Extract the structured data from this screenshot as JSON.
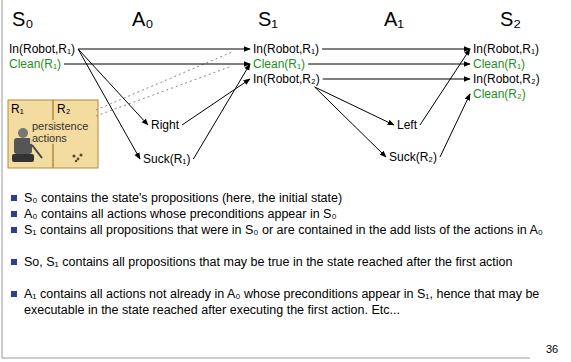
{
  "diagram": {
    "nodes": [
      {
        "text": [
          "In(Robot,R₁)"
        ]
      },
      {
        "text": [
          "Clean(R₁)"
        ]
      },
      {
        "text": [
          "Right"
        ]
      },
      {
        "text": [
          "Suck(R₁)"
        ]
      },
      {
        "text": [
          "In(Robot,R₁)"
        ]
      },
      {
        "text": [
          "Clean(R₁)"
        ]
      },
      {
        "text": [
          "In(Robot,R₂)"
        ]
      },
      {
        "text": [
          "Left"
        ]
      },
      {
        "text": [
          "Suck(R₂)"
        ]
      },
      {
        "text": [
          "In(Robot,R₁)"
        ]
      },
      {
        "text": [
          "Clean(R₁)"
        ]
      },
      {
        "text": [
          "In(Robot,R₂)"
        ]
      },
      {
        "text": [
          "Clean(R₂)"
        ]
      }
    ],
    "edges": [
      {
        "from": 0,
        "to": 4,
        "arrow": "to"
      },
      {
        "from": 1,
        "to": 5,
        "arrow": "to"
      },
      {
        "from": 0,
        "to": 2,
        "arrow": "to"
      },
      {
        "from": 0,
        "to": 3,
        "arrow": "to"
      },
      {
        "from": 2,
        "to": 6,
        "arrow": "to"
      },
      {
        "from": 3,
        "to": 5,
        "arrow": "to"
      },
      {
        "from": 4,
        "to": 9,
        "arrow": "to"
      },
      {
        "from": 5,
        "to": 10,
        "arrow": "to"
      },
      {
        "from": 6,
        "to": 11,
        "arrow": "to"
      },
      {
        "from": 6,
        "to": 7,
        "arrow": "to"
      },
      {
        "from": 6,
        "to": 8,
        "arrow": "to"
      },
      {
        "from": 7,
        "to": 9,
        "arrow": "to"
      },
      {
        "from": 8,
        "to": 12,
        "arrow": "to"
      }
    ],
    "labels": [
      "S₀",
      "A₀",
      "S₁",
      "A₁",
      "S₂",
      "R₁",
      "R₂",
      "persistence actions",
      "S₀ contains the state's propositions (here, the initial state)",
      "A₀ contains all actions whose preconditions appear in S₀",
      "S₁ contains all propositions that were in S₀ or are contained in the add lists of the actions in A₀",
      "So, S₁ contains all propositions that may be true in the state reached after the first action",
      "A₁ contains all actions not already in A₀ whose preconditions appear in S₁, hence that may be executable in the state reached after executing the first action. Etc...",
      "36"
    ]
  }
}
